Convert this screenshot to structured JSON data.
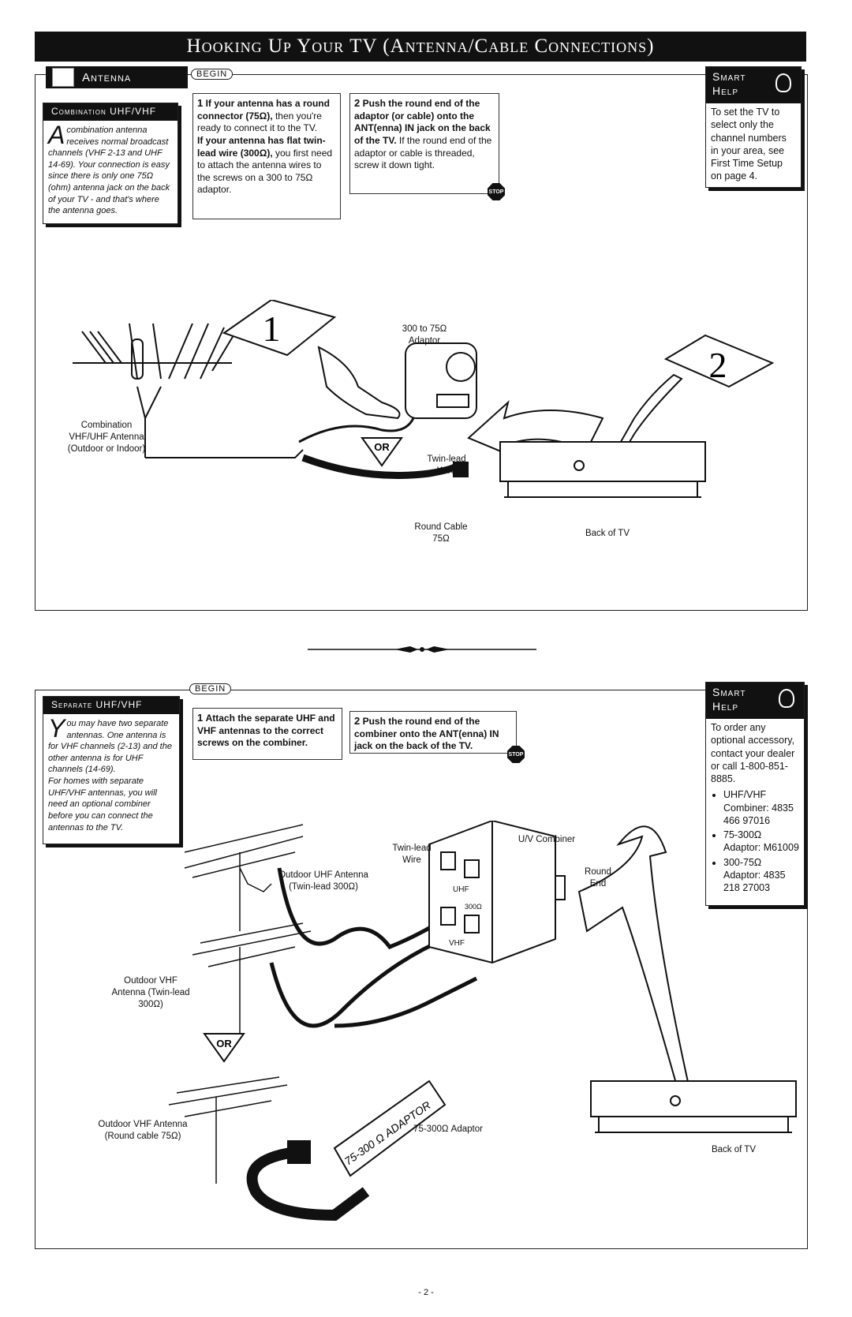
{
  "title": "Hooking Up Your TV (Antenna/Cable Connections)",
  "section1": {
    "tag": "Antenna",
    "sidebar": {
      "header": "Combination UHF/VHF",
      "dropcap": "A",
      "text": "combination antenna receives normal broadcast channels (VHF 2-13 and UHF 14-69). Your connection is easy since there is only one 75Ω (ohm) antenna jack on the back of your TV - and that's where the antenna goes."
    },
    "begin": "BEGIN",
    "step1": {
      "num": "1",
      "bold1": "If your antenna has a round connector (75Ω),",
      "text1": " then you're ready to connect it to the TV.",
      "bold2": "If your antenna has flat twin-lead wire (300Ω),",
      "text2": " you first need to attach the antenna wires to the screws on a 300 to 75Ω adaptor."
    },
    "step2": {
      "num": "2",
      "bold1": "Push the round end of the adaptor (or cable) onto the ANT(enna) IN jack on the back of the TV.",
      "text1": " If the round end of the adaptor or cable is threaded, screw it down tight."
    },
    "stop": "STOP",
    "smart_help": {
      "header1": "Smart",
      "header2": "Help",
      "text": "To set the TV to select only the channel numbers in your area, see First Time Setup on page 4."
    },
    "illustration": {
      "marker1": "1",
      "marker2": "2",
      "or": "OR",
      "antenna_label": "Combination VHF/UHF Antenna (Outdoor or Indoor)",
      "adaptor_label": "300 to 75Ω Adaptor",
      "twinlead_label": "Twin-lead Wire",
      "round_cable_label": "Round Cable 75Ω",
      "back_tv_label": "Back of TV"
    }
  },
  "section2": {
    "sidebar": {
      "header": "Separate UHF/VHF",
      "dropcap": "Y",
      "text1": "ou may have two separate antennas. One antenna is for VHF channels (2-13) and the other antenna is for UHF channels (14-69).",
      "text2": "For homes with separate UHF/VHF antennas, you will need an optional combiner before you can connect the antennas to the TV."
    },
    "begin": "BEGIN",
    "step1": {
      "num": "1",
      "bold1": "Attach the separate UHF and VHF antennas to the correct screws on the combiner."
    },
    "step2": {
      "num": "2",
      "bold1": "Push the round end of the combiner onto the ANT(enna) IN jack on the back of the TV."
    },
    "stop": "STOP",
    "smart_help": {
      "header1": "Smart",
      "header2": "Help",
      "text": "To order any optional accessory, contact your dealer or call 1-800-851-8885.",
      "items": [
        "UHF/VHF Combiner: 4835 466 97016",
        "75-300Ω Adaptor: M61009",
        "300-75Ω Adaptor: 4835 218 27003"
      ]
    },
    "illustration": {
      "or": "OR",
      "uhf_label": "Outdoor UHF Antenna (Twin-lead 300Ω)",
      "vhf_label": "Outdoor VHF Antenna (Twin-lead 300Ω)",
      "vhf_round_label": "Outdoor VHF Antenna (Round cable 75Ω)",
      "twinlead_label": "Twin-lead Wire",
      "combiner_label": "U/V Combiner",
      "round_end_label": "Round End",
      "adaptor_label": "75-300Ω Adaptor",
      "adaptor_print": "75-300 Ω ADAPTOR",
      "uhf_port": "UHF",
      "ohm_port": "300Ω",
      "vhf_port": "VHF",
      "back_tv_label": "Back of TV"
    }
  },
  "page_number": "- 2 -"
}
